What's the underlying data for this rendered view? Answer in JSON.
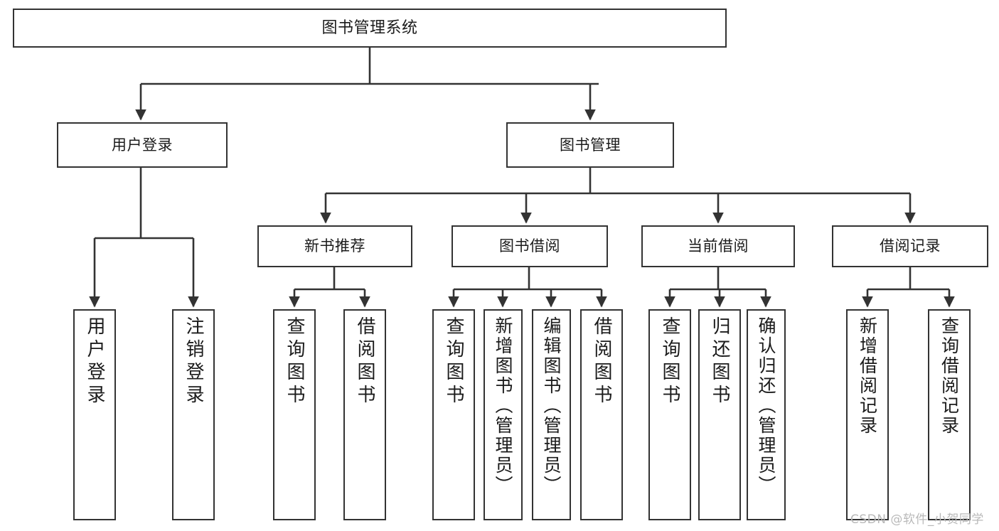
{
  "diagram": {
    "title": "图书管理系统",
    "type": "tree-hierarchy",
    "colors": {
      "stroke": "#333333",
      "fill": "#ffffff",
      "text": "#1b1b1b",
      "watermark": "#b9b9b9"
    }
  },
  "root": {
    "label": "图书管理系统"
  },
  "level2": [
    {
      "label": "用户登录"
    },
    {
      "label": "图书管理"
    }
  ],
  "level3": [
    {
      "label": "新书推荐"
    },
    {
      "label": "图书借阅"
    },
    {
      "label": "当前借阅"
    },
    {
      "label": "借阅记录"
    }
  ],
  "leaves": {
    "user_login": [
      {
        "label": "用户登录"
      },
      {
        "label": "注销登录"
      }
    ],
    "new_book_recommend": [
      {
        "label": "查询图书"
      },
      {
        "label": "借阅图书"
      }
    ],
    "book_borrow": [
      {
        "label": "查询图书"
      },
      {
        "label": "新增图书（管理员）"
      },
      {
        "label": "编辑图书（管理员）"
      },
      {
        "label": "借阅图书"
      }
    ],
    "current_borrow": [
      {
        "label": "查询图书"
      },
      {
        "label": "归还图书"
      },
      {
        "label": "确认归还（管理员）"
      }
    ],
    "borrow_record": [
      {
        "label": "新增借阅记录"
      },
      {
        "label": "查询借阅记录"
      }
    ]
  },
  "watermark": {
    "text": "CSDN @软件_小贺同学"
  }
}
